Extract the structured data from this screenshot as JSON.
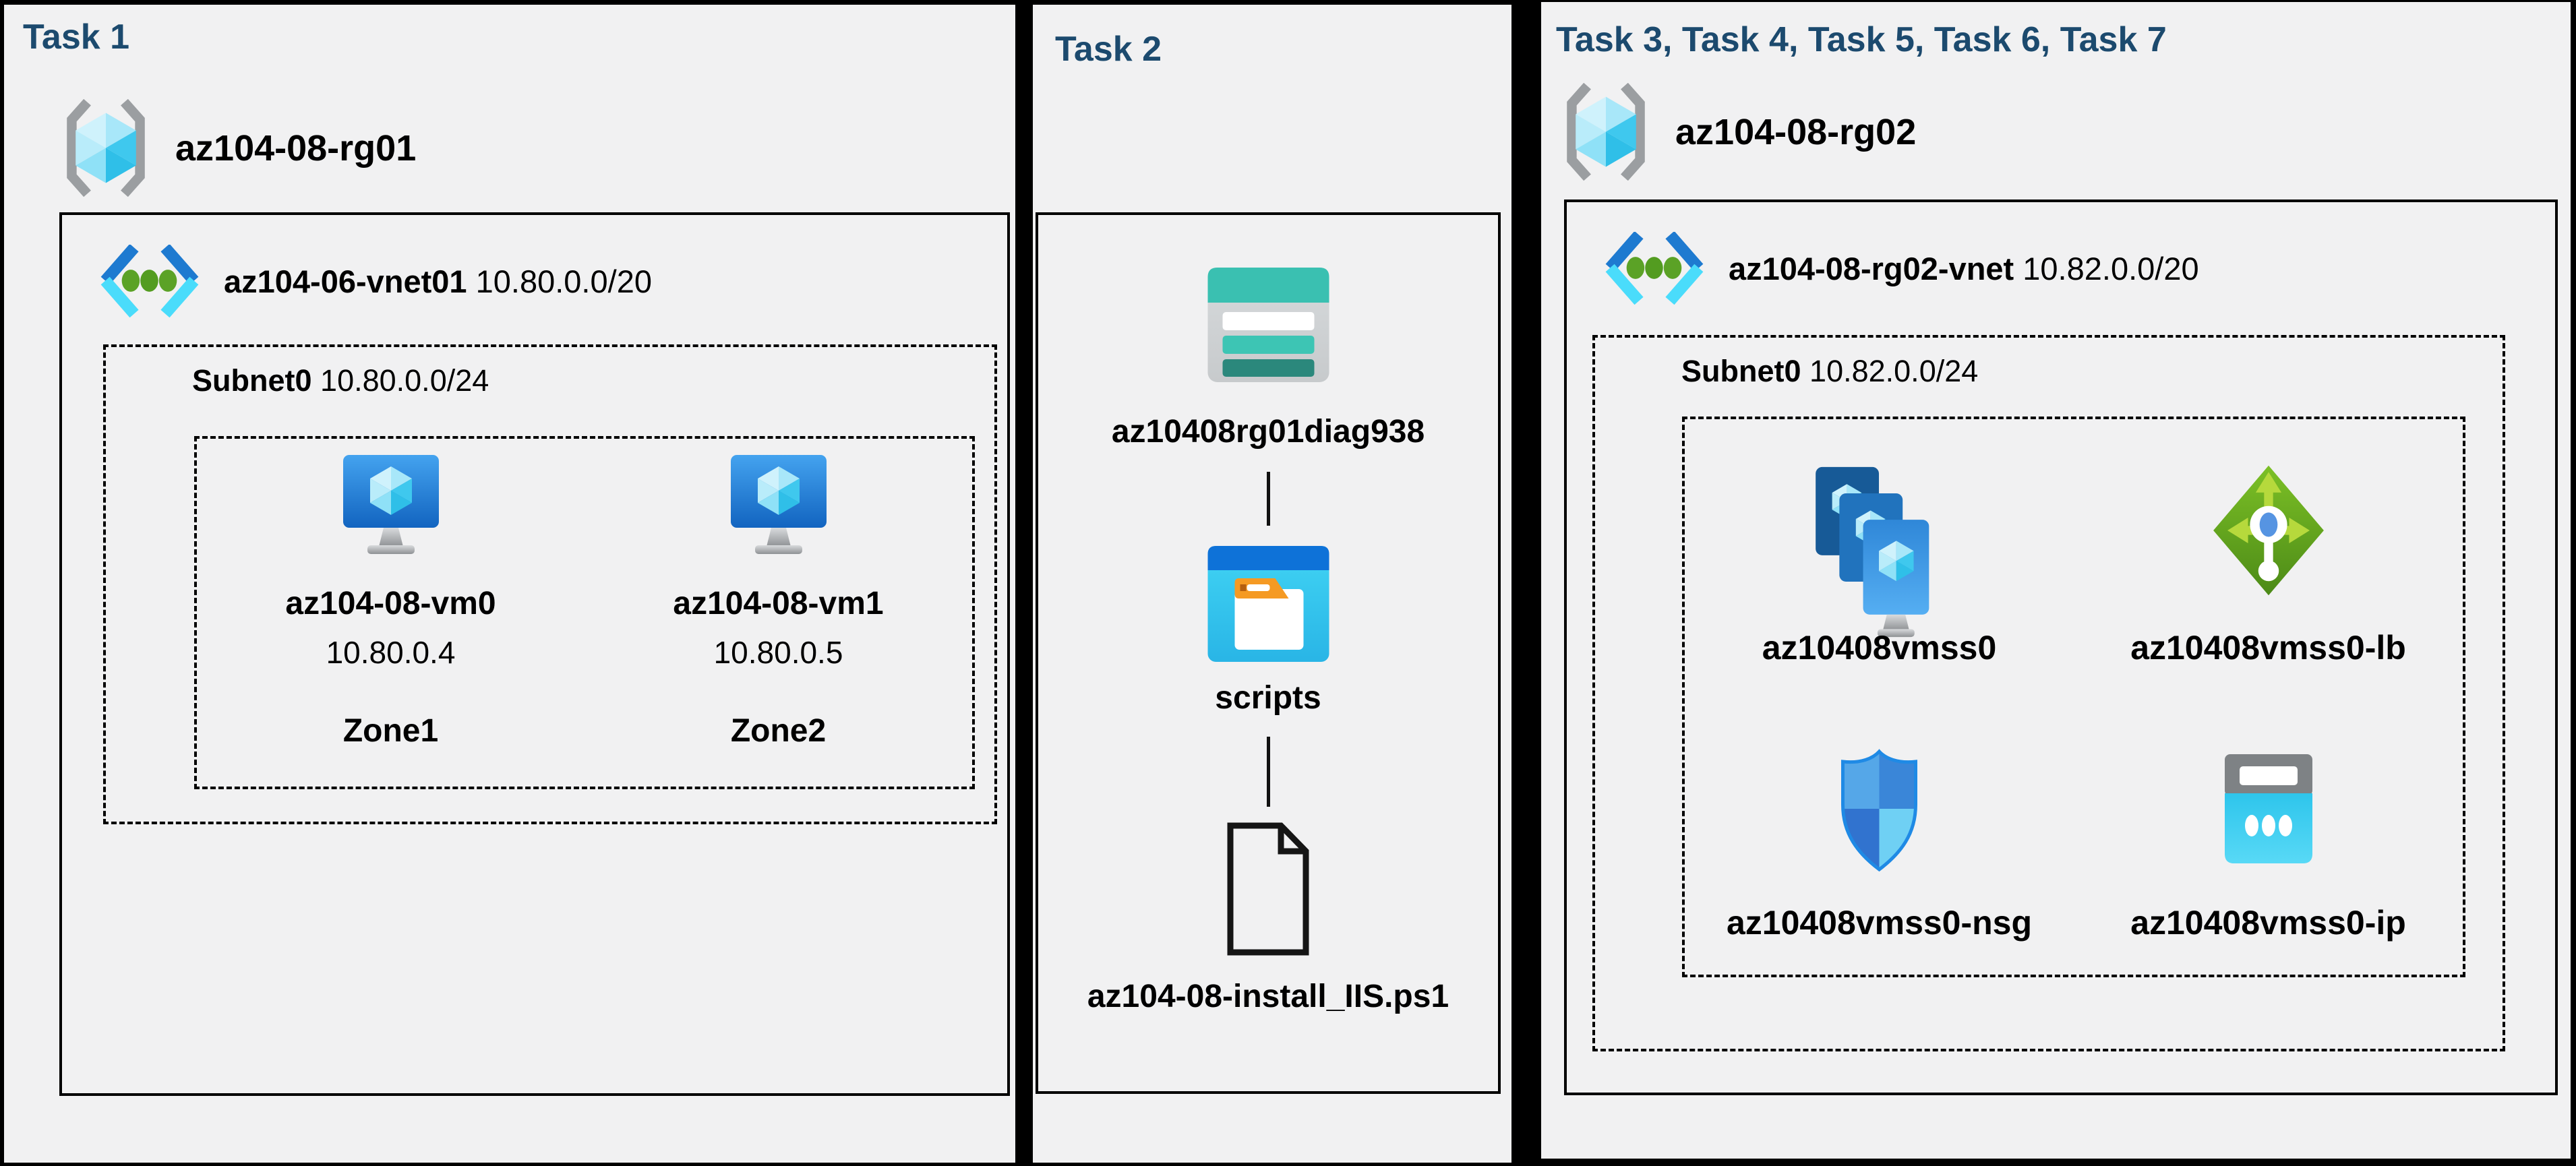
{
  "colors": {
    "page_bg": "#000000",
    "panel_bg": "#f1f1f2",
    "header_text": "#1c4a6e",
    "label_text": "#000000",
    "teal_storage": "#3ac0b1",
    "blue_container": "#0e72d8",
    "green_load_balancer": "#72b822",
    "cyan_public_ip": "#35c9ef",
    "blue_vm": "#1d7ad4"
  },
  "panel1": {
    "title": "Task 1",
    "resource_group": {
      "name": "az104-08-rg01",
      "icon": "resource-group-icon"
    },
    "vnet": {
      "name": "az104-06-vnet01",
      "cidr": "10.80.0.0/20",
      "icon": "virtual-network-icon"
    },
    "subnet": {
      "name": "Subnet0",
      "cidr": "10.80.0.0/24"
    },
    "vms": [
      {
        "name": "az104-08-vm0",
        "ip": "10.80.0.4",
        "zone": "Zone1",
        "icon": "virtual-machine-icon"
      },
      {
        "name": "az104-08-vm1",
        "ip": "10.80.0.5",
        "zone": "Zone2",
        "icon": "virtual-machine-icon"
      }
    ]
  },
  "panel2": {
    "title": "Task 2",
    "storage_account": {
      "label": "az10408rg01diag938",
      "icon": "storage-account-icon"
    },
    "container": {
      "label": "scripts",
      "icon": "blob-container-icon"
    },
    "file": {
      "label": "az104-08-install_IIS.ps1",
      "icon": "file-icon"
    }
  },
  "panel3": {
    "title": "Task 3, Task 4, Task 5, Task 6, Task 7",
    "resource_group": {
      "name": "az104-08-rg02",
      "icon": "resource-group-icon"
    },
    "vnet": {
      "name": "az104-08-rg02-vnet",
      "cidr": "10.82.0.0/20",
      "icon": "virtual-network-icon"
    },
    "subnet": {
      "name": "Subnet0",
      "cidr": "10.82.0.0/24"
    },
    "resources": [
      {
        "label": "az10408vmss0",
        "icon": "vm-scale-set-icon"
      },
      {
        "label": "az10408vmss0-lb",
        "icon": "load-balancer-icon"
      },
      {
        "label": "az10408vmss0-nsg",
        "icon": "network-security-group-icon"
      },
      {
        "label": "az10408vmss0-ip",
        "icon": "public-ip-icon"
      }
    ]
  }
}
